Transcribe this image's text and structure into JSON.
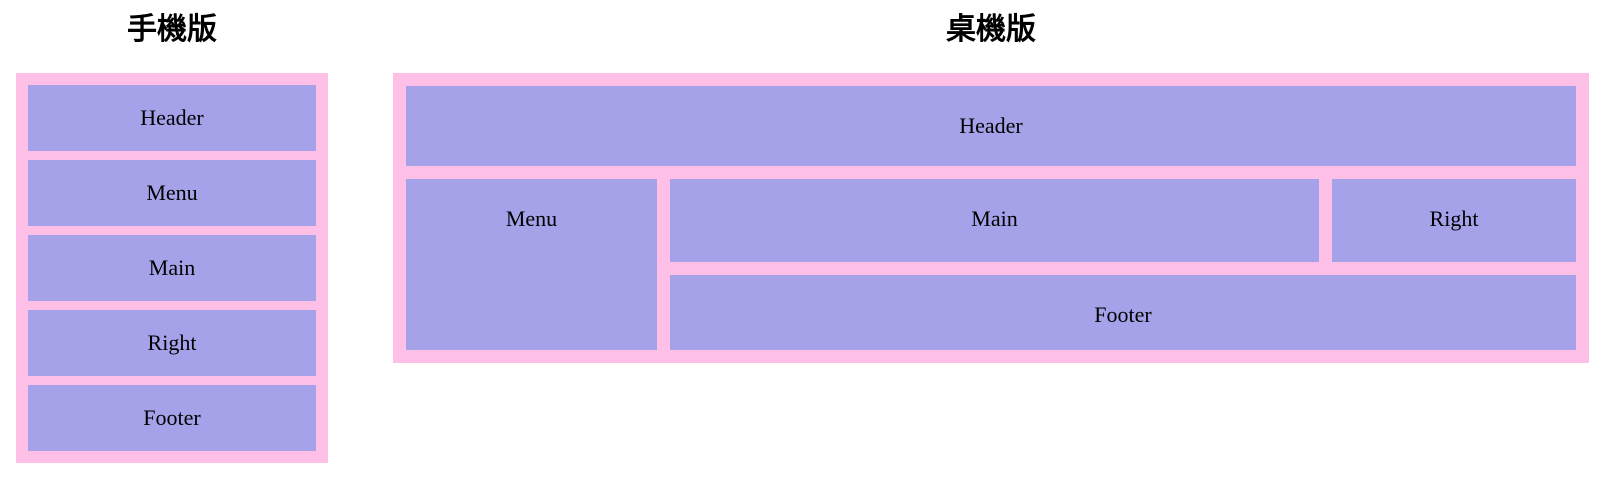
{
  "colors": {
    "pink": "#ffc0e8",
    "purple": "#a5a2ea",
    "text": "#000000",
    "page_background": "#ffffff"
  },
  "mobile": {
    "title": "手機版",
    "boxes": [
      "Header",
      "Menu",
      "Main",
      "Right",
      "Footer"
    ]
  },
  "desktop": {
    "title": "桌機版",
    "header": "Header",
    "menu": "Menu",
    "main": "Main",
    "right": "Right",
    "footer": "Footer"
  }
}
